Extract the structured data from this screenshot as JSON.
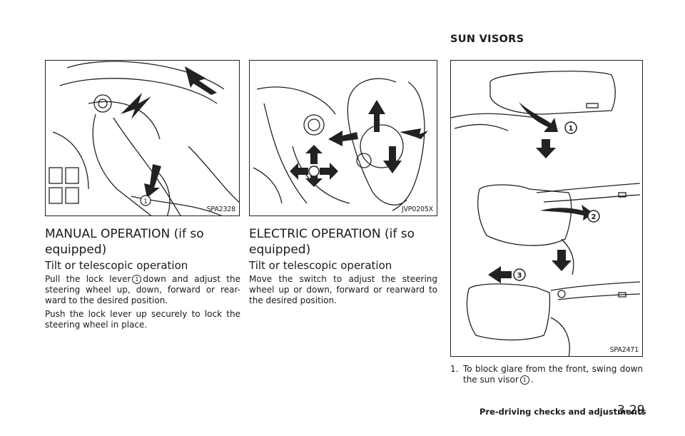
{
  "section_title": "SUN VISORS",
  "left": {
    "figure_code": "SPA2328",
    "heading": "MANUAL OPERATION (if so equipped)",
    "subheading": "Tilt or telescopic operation",
    "para1_a": "Pull the lock lever",
    "para1_ref": "1",
    "para1_b": "down and adjust the steering wheel up, down, forward or rear- ward to the desired position.",
    "para2": "Push the lock lever up securely to lock the steering wheel in place."
  },
  "middle": {
    "figure_code": "JVP0205X",
    "heading": "ELECTRIC OPERATION (if so equipped)",
    "subheading": "Tilt or telescopic operation",
    "para1": "Move the switch to adjust the steering wheel up or down, forward or rearward to the desired position."
  },
  "right": {
    "figure_code": "SPA2471",
    "callout_1": "1",
    "callout_2": "2",
    "callout_3": "3",
    "item_number": "1.",
    "item_text_a": "To block glare from the front, swing down the sun visor",
    "item_ref": "1",
    "item_text_b": "."
  },
  "footer": {
    "label": "Pre-driving checks and adjustments",
    "page": "3-29"
  },
  "colors": {
    "ink": "#1a1a1a",
    "border": "#222222"
  }
}
